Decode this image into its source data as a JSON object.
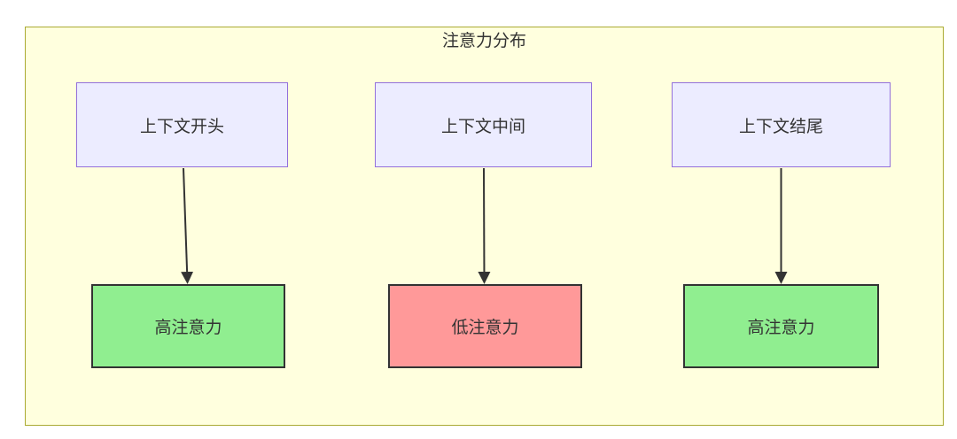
{
  "diagram": {
    "type": "flowchart",
    "title": "注意力分布",
    "top_row": [
      {
        "id": "context-start",
        "label": "上下文开头"
      },
      {
        "id": "context-middle",
        "label": "上下文中间"
      },
      {
        "id": "context-end",
        "label": "上下文结尾"
      }
    ],
    "bottom_row": [
      {
        "id": "attention-1",
        "label": "高注意力",
        "level": "high"
      },
      {
        "id": "attention-2",
        "label": "低注意力",
        "level": "low"
      },
      {
        "id": "attention-3",
        "label": "高注意力",
        "level": "high"
      }
    ],
    "edges": [
      {
        "from": "上下文开头",
        "to": "高注意力"
      },
      {
        "from": "上下文中间",
        "to": "低注意力"
      },
      {
        "from": "上下文结尾",
        "to": "高注意力"
      }
    ]
  },
  "colors": {
    "canvas_bg": "#ffffff",
    "container_fill": "#ffffde",
    "container_border": "#aaaa33",
    "context_node_fill": "#ececff",
    "context_node_border": "#9370db",
    "high_attention_fill": "#90ee90",
    "low_attention_fill": "#ff9999",
    "attention_node_border": "#333333",
    "edge_color": "#333333",
    "text_color": "#333333"
  }
}
